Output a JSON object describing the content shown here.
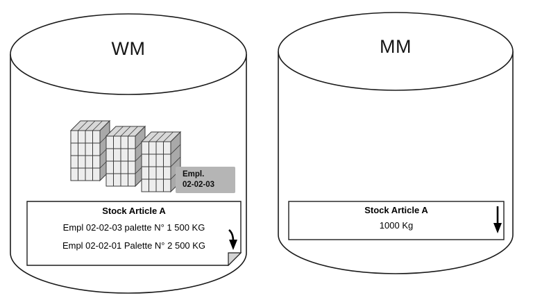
{
  "left_cylinder": {
    "title": "WM",
    "location_tag": {
      "line1": "Empl.",
      "line2": "02-02-03"
    },
    "note": {
      "title": "Stock Article A",
      "line1": "Empl 02-02-03 palette N° 1 500 KG",
      "line2": "Empl 02-02-01 Palette N° 2 500 KG"
    }
  },
  "right_cylinder": {
    "title": "MM",
    "note": {
      "title": "Stock Article A",
      "line1": "1000 Kg"
    }
  },
  "icons": {
    "racks": "warehouse-racks-icon",
    "arrow": "down-arrow-icon",
    "fold": "folded-corner-icon"
  },
  "colors": {
    "outline": "#1a1a1a",
    "tag_background": "#b5b5b5",
    "fold": "#d4d4d4",
    "arrow": "#000000"
  }
}
